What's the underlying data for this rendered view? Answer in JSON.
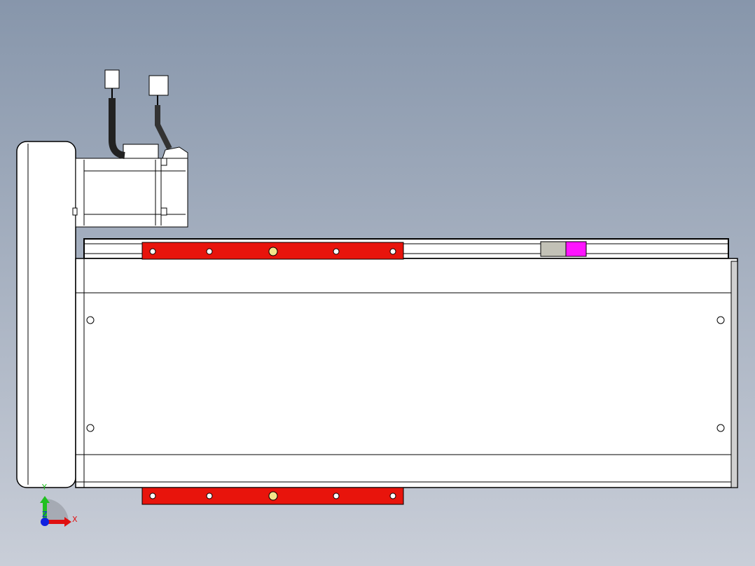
{
  "view": {
    "background": [
      "#8796ab",
      "#c9ced8"
    ],
    "part_color": "#ffffff",
    "carriage_color": "#e8140c",
    "sensor_color": "#ff14ff",
    "bolt_color": "#f3e58a"
  },
  "triad": {
    "x_label": "X",
    "y_label": "Y",
    "z_label": "Z",
    "x_color": "#e01010",
    "y_color": "#20c020",
    "z_color": "#1020e0"
  }
}
